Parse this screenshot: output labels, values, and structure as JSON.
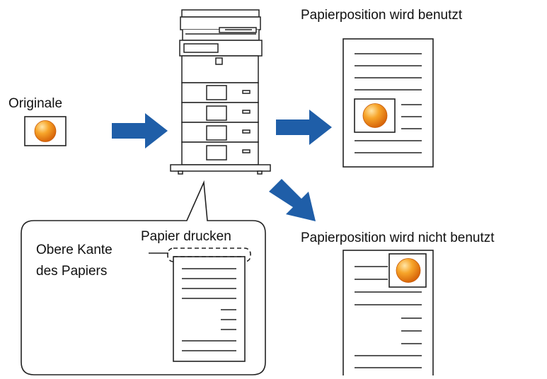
{
  "labels": {
    "originals": "Originale",
    "used": "Papierposition wird benutzt",
    "not_used": "Papierposition wird nicht benutzt",
    "print_paper": "Papier drucken",
    "top_edge_line1": "Obere Kante",
    "top_edge_line2": "des Papiers"
  },
  "colors": {
    "arrow": "#1f5ea8",
    "ball_light": "#ffd27a",
    "ball_dark": "#e87a10",
    "line": "#222222"
  },
  "icons": {
    "copier": "multifunction-printer-icon",
    "original": "original-document-icon",
    "arrow": "arrow-right-icon"
  }
}
